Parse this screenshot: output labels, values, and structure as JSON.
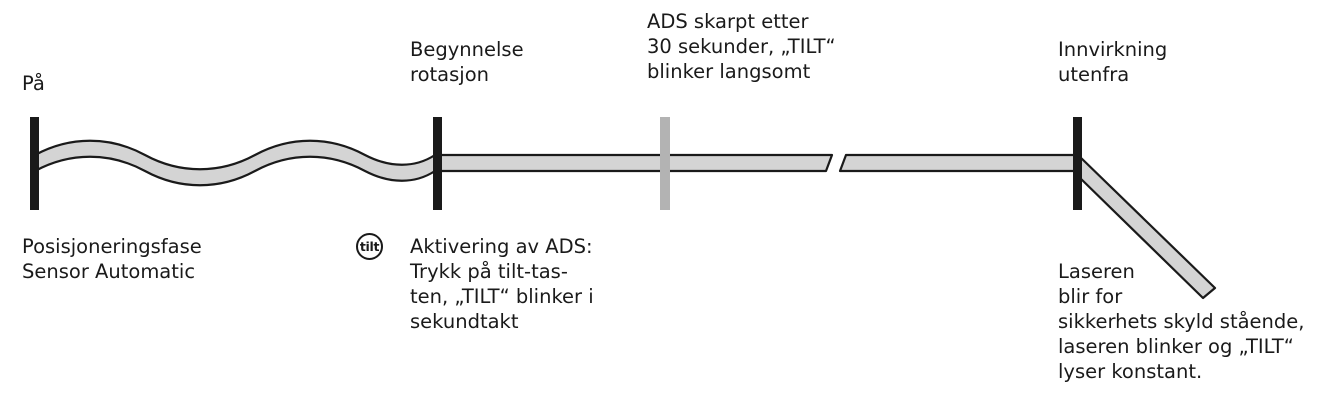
{
  "labels": {
    "on": "På",
    "rotation_start": "Begynnelse\nrotasjon",
    "ads_armed": "ADS skarpt etter\n30 sekunder, „TILT“\nblinker langsomt",
    "external_impact": "Innvirkning\nutenfra",
    "positioning_phase": "Posisjoneringsfase\nSensor Automatic",
    "ads_activation": "Aktivering av ADS:\nTrykk på tilt-tas-\nten, „TILT“ blinker i\nsekundtakt",
    "laser_stop": "Laseren\nblir for\nsikkerhets skyld stående,\nlaseren blinker og „TILT“\nlyser konstant."
  },
  "tilt_key": {
    "label": "tilt",
    "icon": "tilt-key-icon"
  },
  "colors": {
    "ink": "#1a1a1a",
    "bar_fill": "#d4d4d4",
    "ads_marker": "#b3b3b3"
  }
}
